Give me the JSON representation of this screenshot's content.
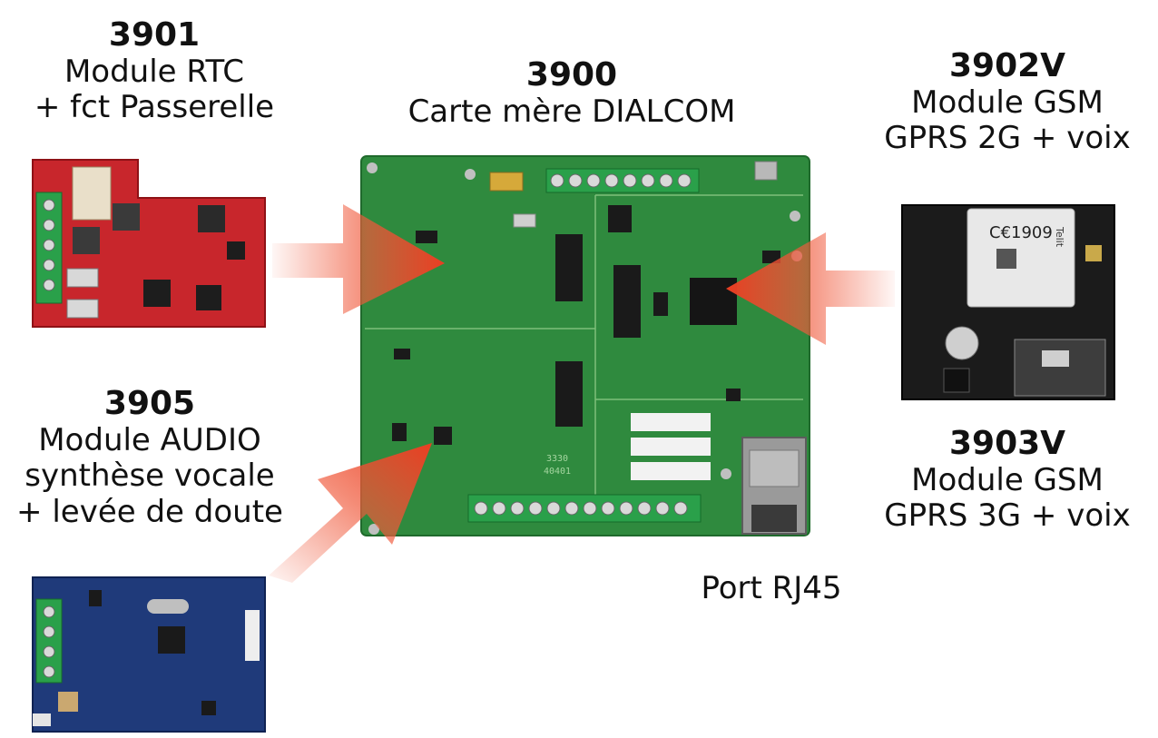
{
  "modules": {
    "m3901": {
      "code": "3901",
      "line1": "Module RTC",
      "line2": "+ fct Passerelle"
    },
    "m3900": {
      "code": "3900",
      "line1": "Carte mère DIALCOM"
    },
    "m3902v": {
      "code": "3902V",
      "line1": "Module GSM",
      "line2": "GPRS 2G + voix"
    },
    "m3905": {
      "code": "3905",
      "line1": "Module AUDIO",
      "line2": "synthèse vocale",
      "line3": "+ levée de doute"
    },
    "m3903v": {
      "code": "3903V",
      "line1": "Module GSM",
      "line2": "GPRS 3G + voix"
    }
  },
  "port_label": "Port RJ45",
  "board_marks": {
    "ce_mark": "C€1909",
    "brand": "Telit",
    "mainboard_id": "3330",
    "mainboard_rev": "40401"
  },
  "colors": {
    "red_board": "#c8262c",
    "green_board": "#2f8a3e",
    "black_board": "#1b1b1b",
    "blue_board": "#1f3a7a",
    "arrow": "#f05a3c"
  }
}
